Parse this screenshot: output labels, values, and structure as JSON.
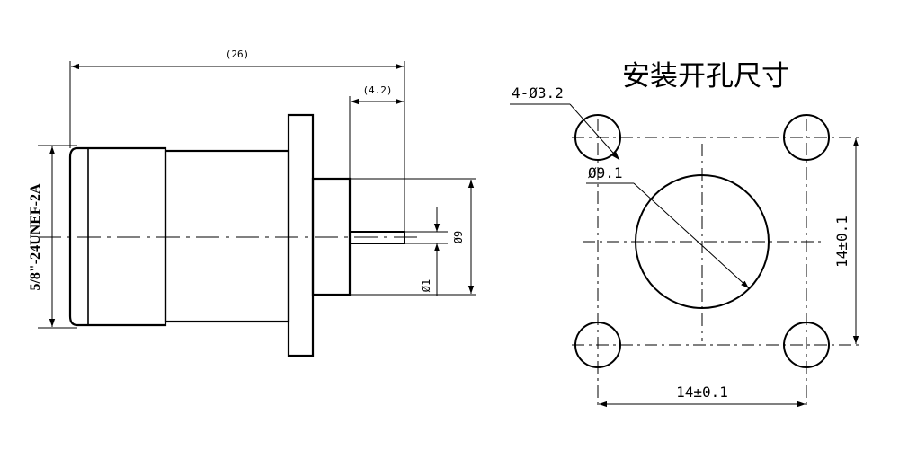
{
  "side_view": {
    "overall_length": "(26)",
    "pin_length": "(4.2)",
    "thread_spec": "5/8\"-24UNEF-2A",
    "body_diameter": "Ø9",
    "pin_diameter": "Ø1"
  },
  "hole_layout": {
    "title": "安装开孔尺寸",
    "corner_holes": "4-Ø3.2",
    "center_hole": "Ø9.1",
    "horizontal_spacing": "14±0.1",
    "vertical_spacing": "14±0.1"
  }
}
